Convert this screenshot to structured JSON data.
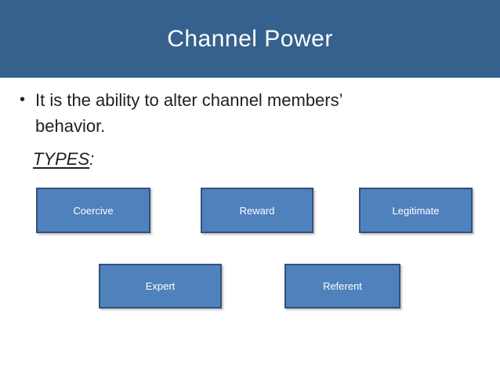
{
  "slide": {
    "title": "Channel Power",
    "bullet_char": "•",
    "bullet_lines": [
      "It is the ability to alter channel members’",
      "behavior."
    ],
    "types_word": "TYPES",
    "types_colon": ":",
    "boxes": [
      {
        "label": "Coercive"
      },
      {
        "label": "Reward"
      },
      {
        "label": "Legitimate"
      },
      {
        "label": "Expert"
      },
      {
        "label": "Referent"
      }
    ],
    "colors": {
      "header_bg": "#36618E",
      "box_fill": "#4F81BD",
      "box_border": "#33527A",
      "title_text": "#FFFFFF",
      "body_text": "#212121"
    }
  }
}
